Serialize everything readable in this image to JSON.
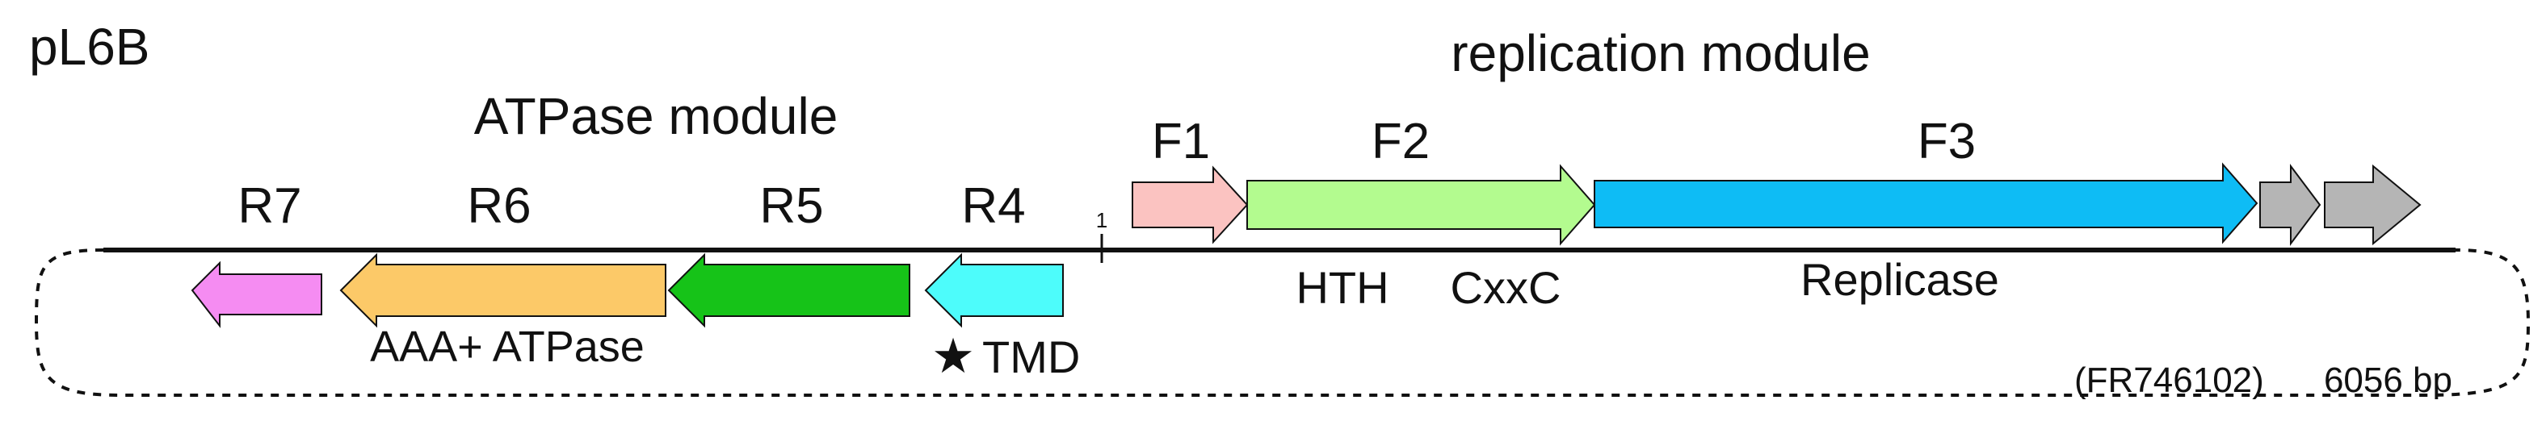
{
  "plasmid": {
    "name": "pL6B",
    "accession": "(FR746102)",
    "size": "6056 bp",
    "origin_marker": "1"
  },
  "modules": {
    "atpase": "ATPase module",
    "replication": "replication module"
  },
  "genes": [
    {
      "id": "R7",
      "label": "R7",
      "strand": "reverse",
      "color": "#f58cf2"
    },
    {
      "id": "R6",
      "label": "R6",
      "strand": "reverse",
      "color": "#fcc968"
    },
    {
      "id": "R5",
      "label": "R5",
      "strand": "reverse",
      "color": "#16c318"
    },
    {
      "id": "R4",
      "label": "R4",
      "strand": "reverse",
      "color": "#4dfcfb"
    },
    {
      "id": "F1",
      "label": "F1",
      "strand": "forward",
      "color": "#fbc3c1"
    },
    {
      "id": "F2",
      "label": "F2",
      "strand": "forward",
      "color": "#b3fb8f"
    },
    {
      "id": "F3",
      "label": "F3",
      "strand": "forward",
      "color": "#0ebcf5"
    },
    {
      "id": "orf_grey_1",
      "label": "",
      "strand": "forward",
      "color": "#b5b5b5"
    },
    {
      "id": "orf_grey_2",
      "label": "",
      "strand": "forward",
      "color": "#b5b5b5"
    }
  ],
  "annotations": {
    "aaa_atpase": "AAA+ ATPase",
    "tmd_star": "★",
    "tmd": "TMD",
    "hth": "HTH",
    "cxxc": "CxxC",
    "replicase": "Replicase"
  }
}
